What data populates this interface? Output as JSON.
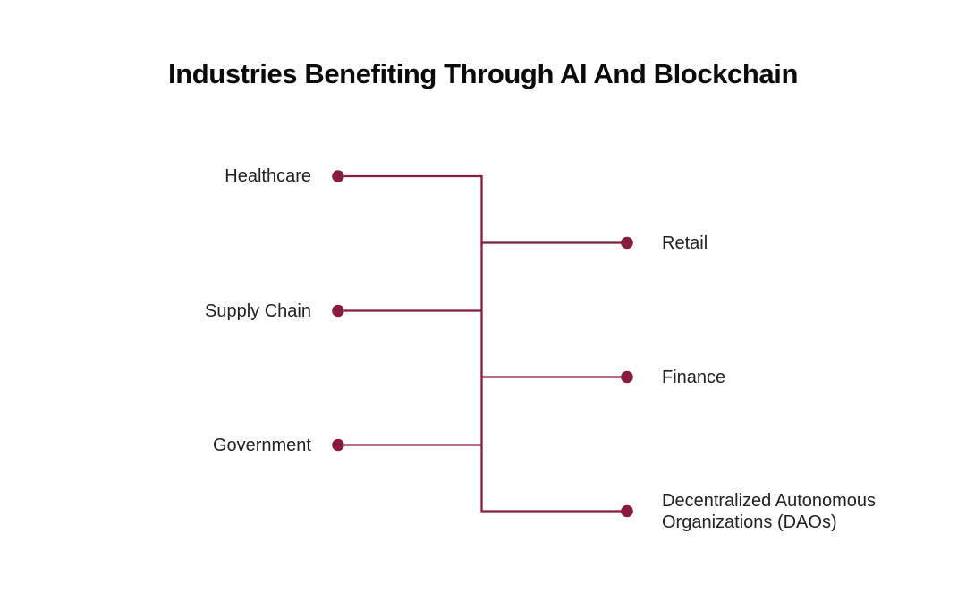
{
  "title": "Industries Benefiting Through AI And Blockchain",
  "colors": {
    "accent": "#871B40",
    "title_text": "#0B0B0B",
    "label_text": "#212121",
    "background": "#FFFFFF"
  },
  "diagram": {
    "type": "tree",
    "left_nodes": [
      {
        "label": "Healthcare"
      },
      {
        "label": "Supply Chain"
      },
      {
        "label": "Government"
      }
    ],
    "right_nodes": [
      {
        "label": "Retail"
      },
      {
        "label": "Finance"
      },
      {
        "label": "Decentralized Autonomous Organizations (DAOs)"
      }
    ]
  }
}
